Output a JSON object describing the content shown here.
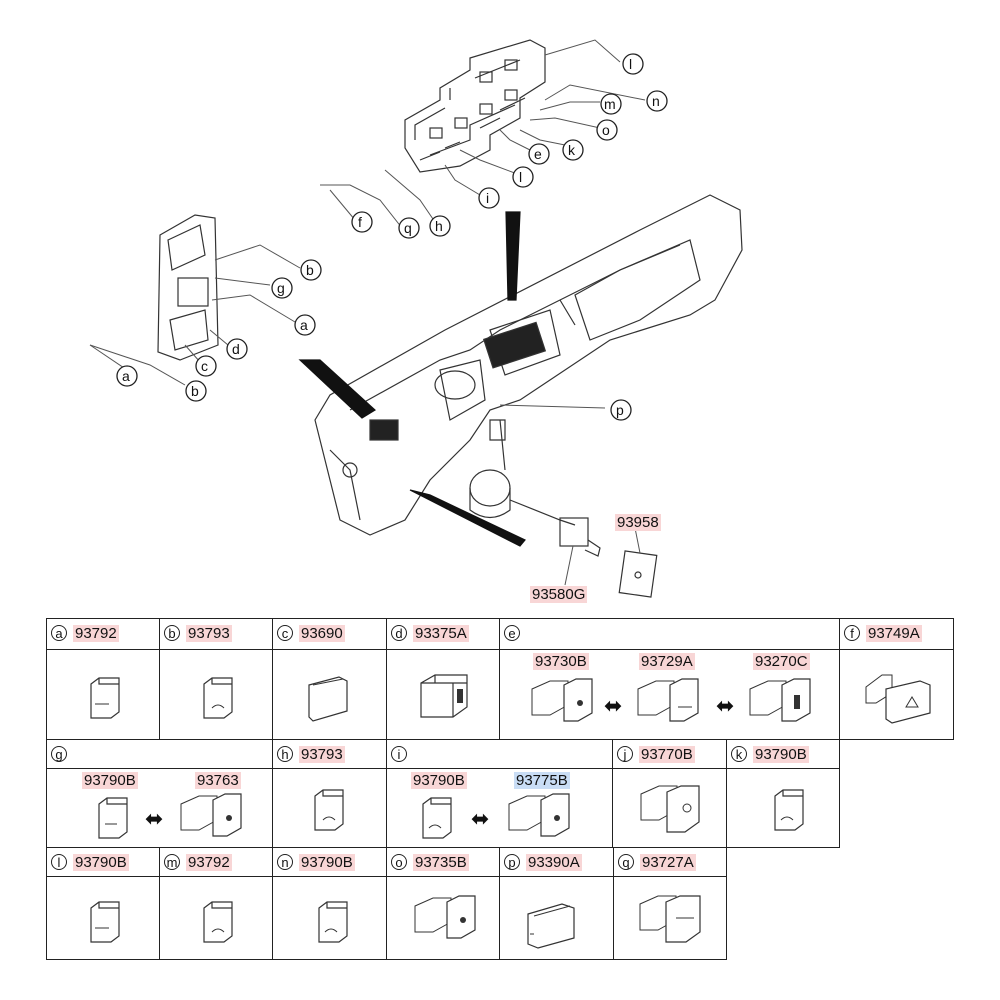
{
  "diagram": {
    "callouts": [
      "a",
      "b",
      "c",
      "d",
      "g",
      "b",
      "a",
      "f",
      "q",
      "h",
      "i",
      "l",
      "e",
      "k",
      "o",
      "m",
      "n",
      "l",
      "p"
    ],
    "part_labels": [
      "93958",
      "93580G"
    ]
  },
  "table": {
    "row1": [
      {
        "letter": "a",
        "code": "93792"
      },
      {
        "letter": "b",
        "code": "93793"
      },
      {
        "letter": "c",
        "code": "93690"
      },
      {
        "letter": "d",
        "code": "93375A"
      },
      {
        "letter": "e",
        "code": "",
        "variants": [
          "93730B",
          "93729A",
          "93270C"
        ]
      },
      {
        "letter": "f",
        "code": "93749A"
      }
    ],
    "row2": [
      {
        "letter": "g",
        "code": "",
        "variants": [
          "93790B",
          "93763"
        ]
      },
      {
        "letter": "h",
        "code": "93793"
      },
      {
        "letter": "i",
        "code": "",
        "variants": [
          "93790B",
          "93775B"
        ]
      },
      {
        "letter": "j",
        "code": "93770B"
      },
      {
        "letter": "k",
        "code": "93790B"
      }
    ],
    "row3": [
      {
        "letter": "l",
        "code": "93790B"
      },
      {
        "letter": "m",
        "code": "93792"
      },
      {
        "letter": "n",
        "code": "93790B"
      },
      {
        "letter": "o",
        "code": "93735B"
      },
      {
        "letter": "p",
        "code": "93390A"
      },
      {
        "letter": "q",
        "code": "93727A"
      }
    ]
  },
  "icons": {
    "double_arrow": "⬌"
  }
}
